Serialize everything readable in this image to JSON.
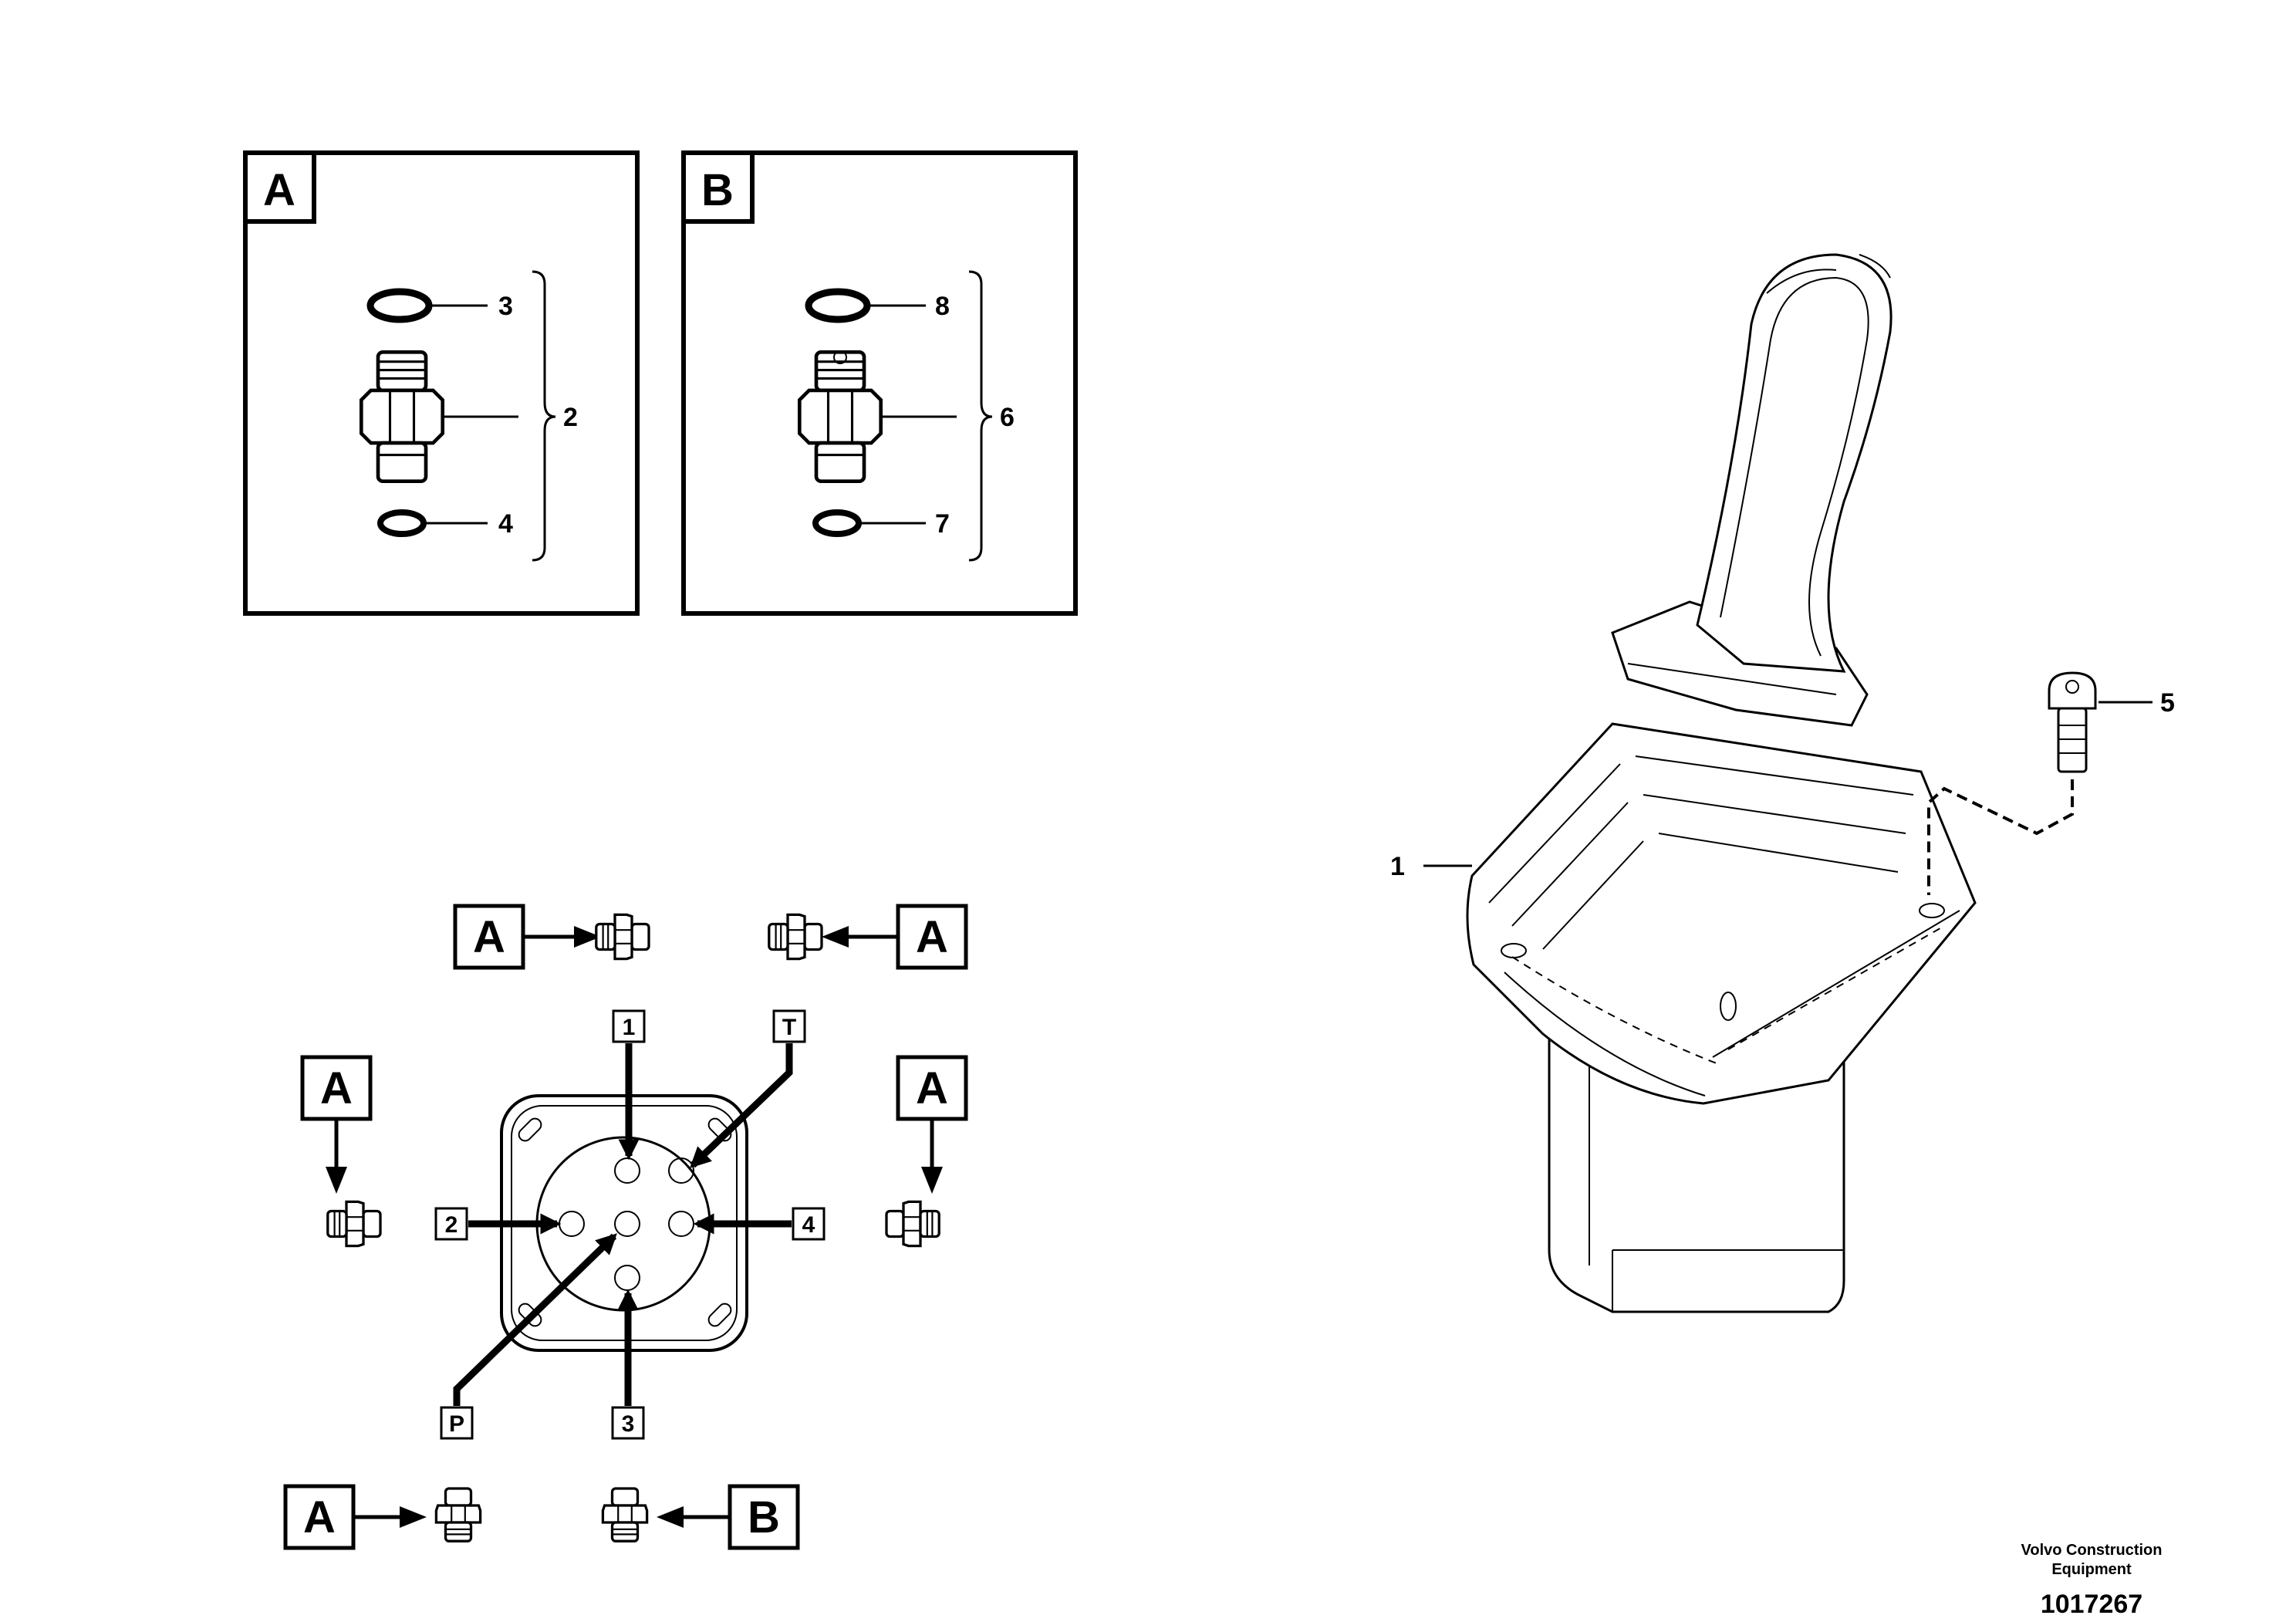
{
  "detail_boxes": {
    "a": {
      "letter": "A",
      "top_seal_no": "3",
      "adapter_no": "2",
      "bottom_seal_no": "4"
    },
    "b": {
      "letter": "B",
      "top_seal_no": "8",
      "adapter_no": "6",
      "bottom_seal_no": "7"
    }
  },
  "ports": {
    "port_1": {
      "label": "1",
      "fitting": "A"
    },
    "port_t": {
      "label": "T",
      "fitting": "A"
    },
    "port_2": {
      "label": "2",
      "fitting": "A"
    },
    "port_4": {
      "label": "4",
      "fitting": "A"
    },
    "port_p": {
      "label": "P",
      "fitting": "A"
    },
    "port_3": {
      "label": "3",
      "fitting": "B"
    }
  },
  "joystick": {
    "lever_no": "1",
    "screw_no": "5"
  },
  "footer": {
    "company_line1": "Volvo Construction",
    "company_line2": "Equipment",
    "drawing_number": "1017267"
  }
}
